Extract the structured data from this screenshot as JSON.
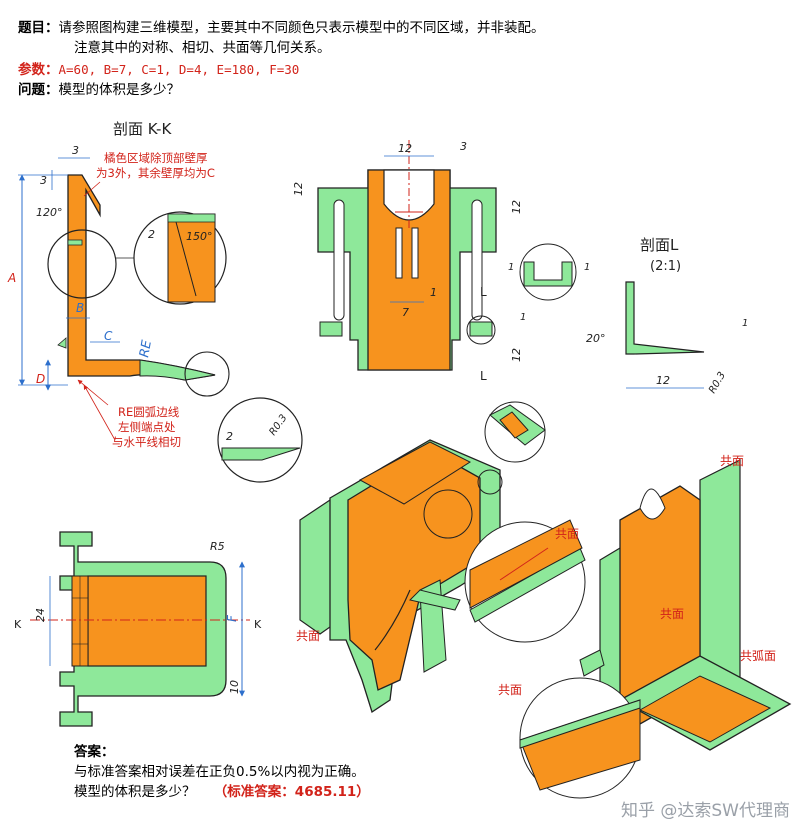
{
  "header": {
    "problem_label": "题目：",
    "problem_line1": "请参照图构建三维模型，主要其中不同颜色只表示模型中的不同区域，并非装配。",
    "problem_line2": "注意其中的对称、相切、共面等几何关系。",
    "params_label": "参数：",
    "params_value": "A=60, B=7, C=1, D=4, E=180, F=30",
    "question_label": "问题：",
    "question_text": "模型的体积是多少？"
  },
  "views": {
    "section_kk_title": "剖面 K-K",
    "section_l_title": "剖面L",
    "section_l_scale": "(2:1)",
    "orange_note_line1": "橘色区域除顶部壁厚",
    "orange_note_line2": "为3外，其余壁厚均为C",
    "re_note_line1": "RE圆弧边线",
    "re_note_line2": "左侧端点处",
    "re_note_line3": "与水平线相切",
    "coplanar": "共面",
    "coplanar_arc": "共弧面",
    "dims": {
      "three": "3",
      "three_b": "3",
      "two": "2",
      "two_b": "2",
      "one": "1",
      "one_b": "1",
      "one_c": "1",
      "one_d": "1",
      "one_e": "1",
      "seven": "7",
      "ten": "10",
      "twelve": "12",
      "twelve_b": "12",
      "twelve_c": "12",
      "twelve_d": "12",
      "twelve_e": "12",
      "twenty_four": "24",
      "angle_120": "120°",
      "angle_150": "150°",
      "angle_20": "20°",
      "a": "A",
      "b": "B",
      "c": "C",
      "d": "D",
      "f": "F",
      "re": "RE",
      "r5": "R5",
      "r03": "R0.3",
      "r03_b": "R0.3",
      "k": "K",
      "k_b": "K",
      "l": "L",
      "l_b": "L"
    }
  },
  "answer": {
    "label": "答案：",
    "line1": "与标准答案相对误差在正负0.5%以内视为正确。",
    "line2": "模型的体积是多少？",
    "standard": "（标准答案：4685.11）"
  },
  "watermark": "知乎 @达索SW代理商",
  "colors": {
    "orange": "#f7931e",
    "green": "#8ee89a",
    "red": "#d2231a",
    "blue": "#2d6fcc",
    "outline": "#222222"
  }
}
